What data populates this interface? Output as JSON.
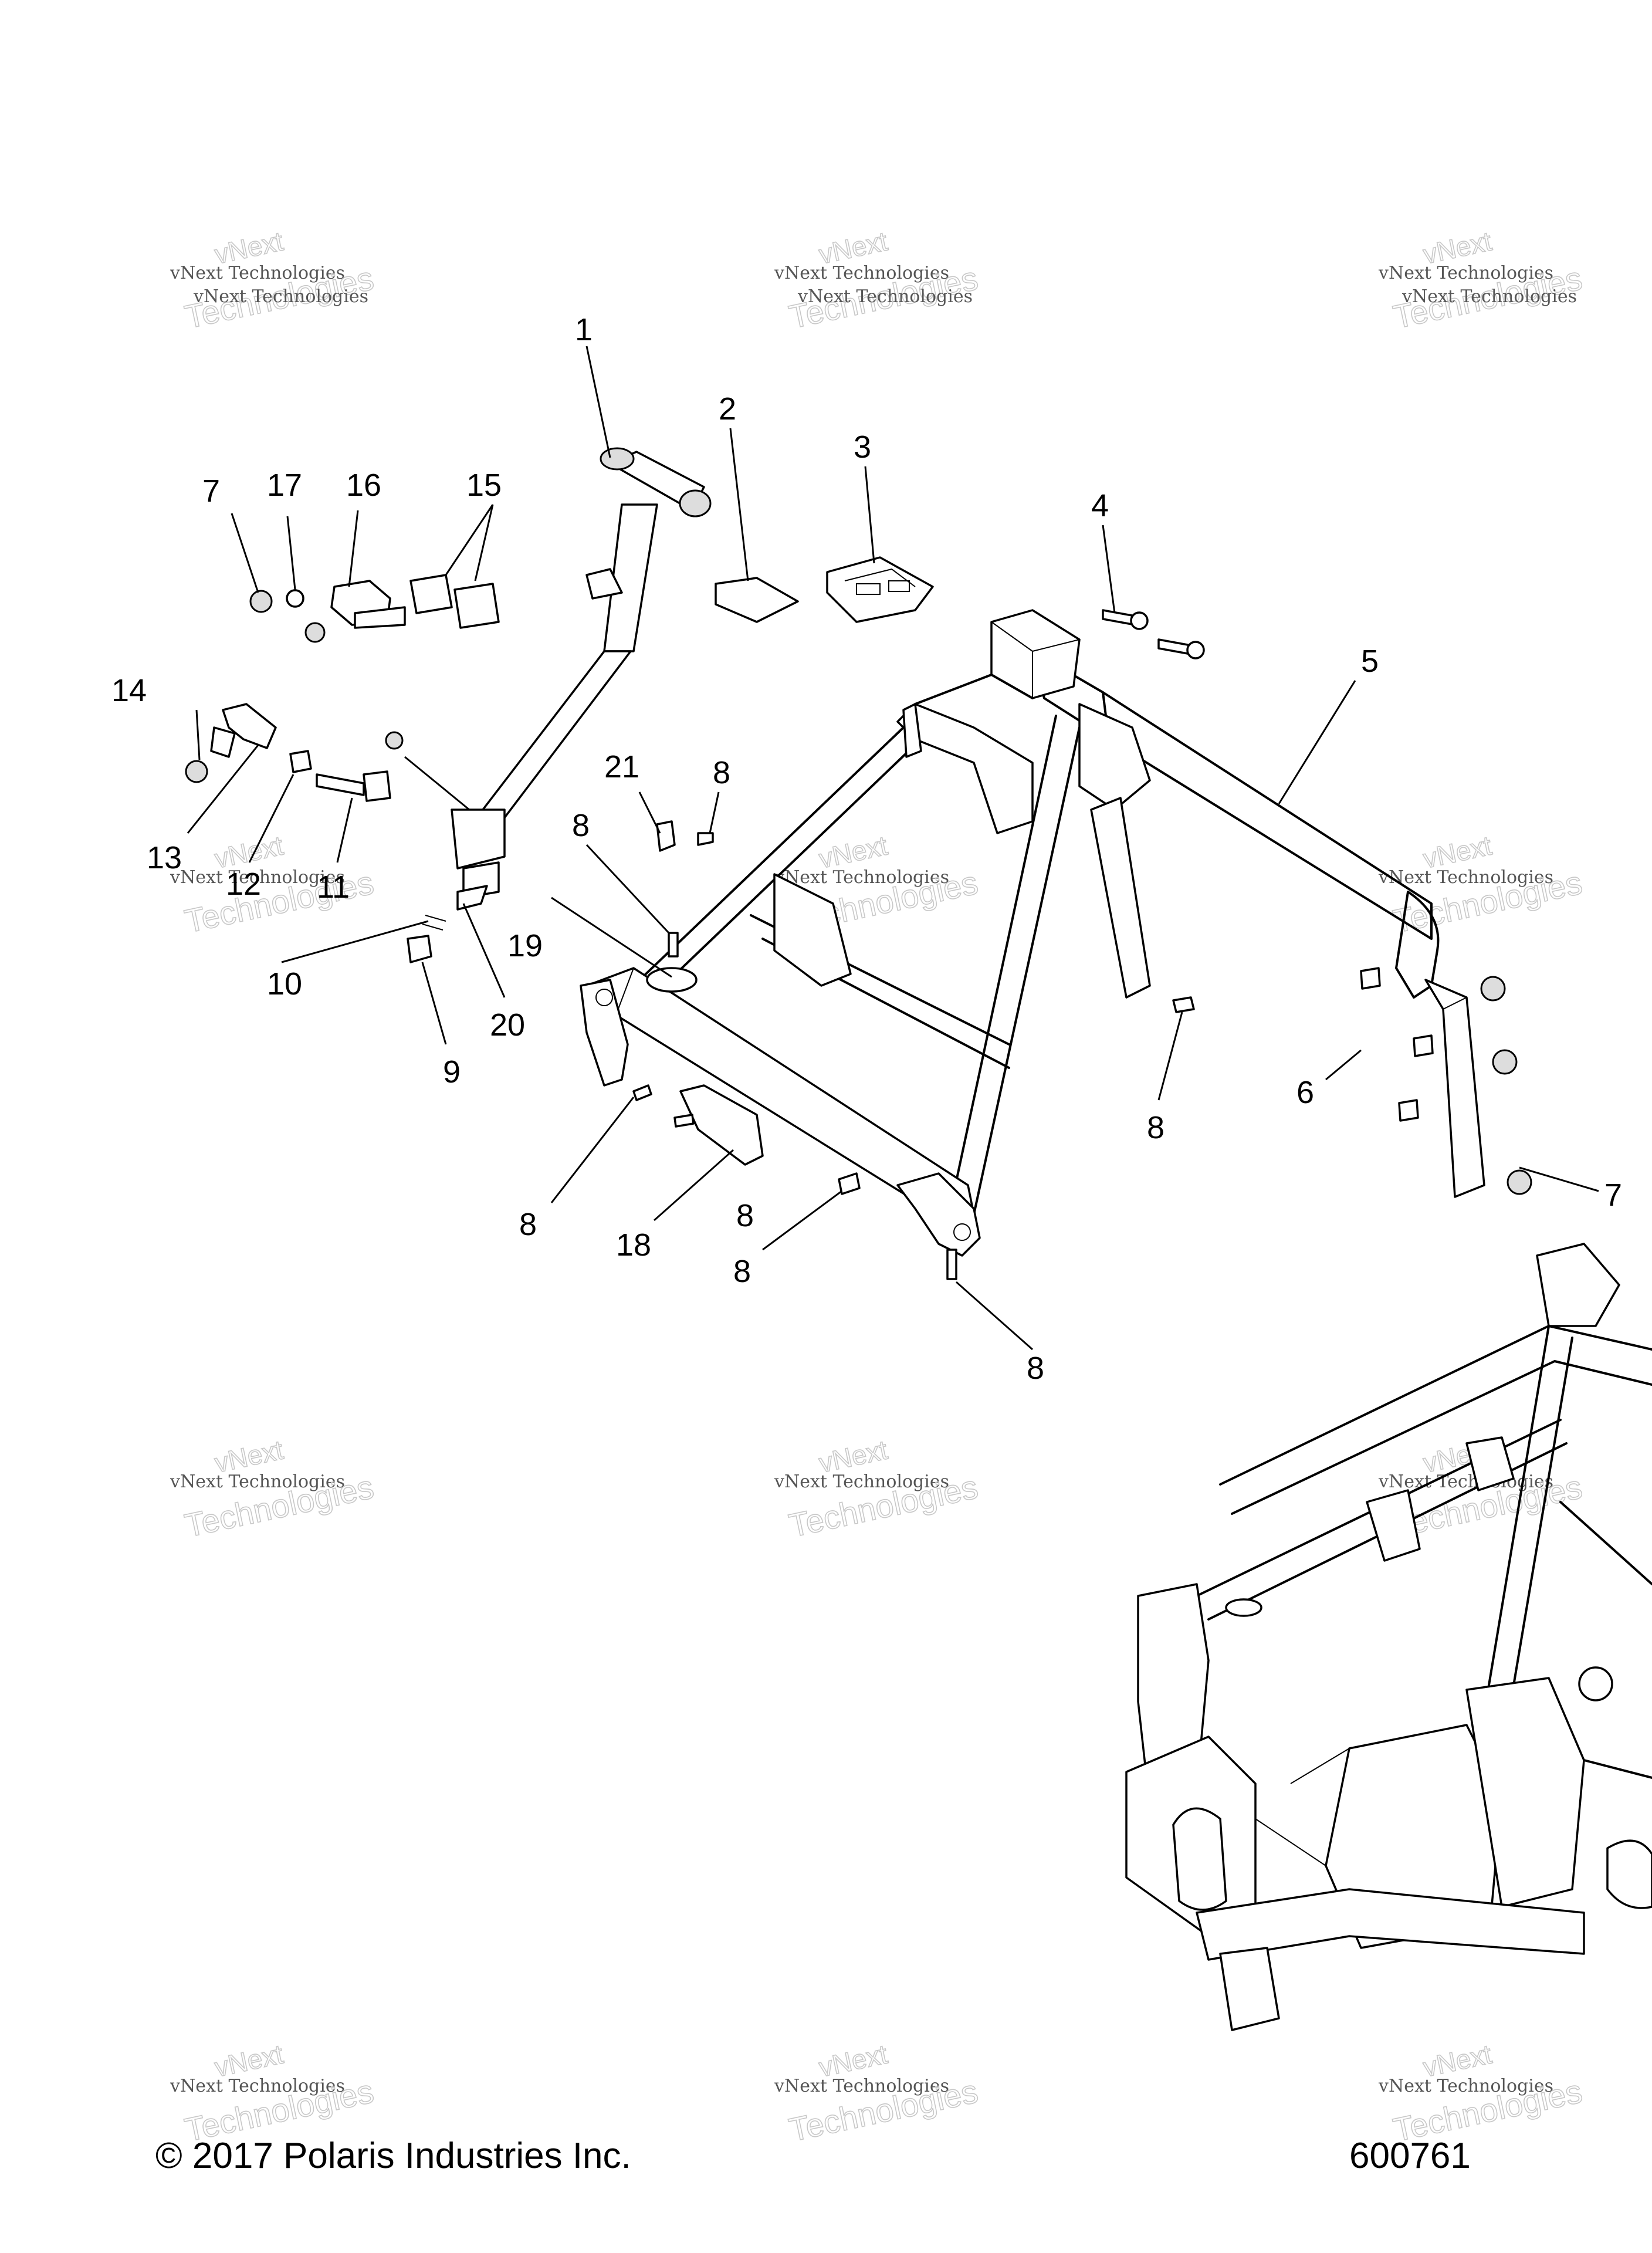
{
  "callouts": [
    {
      "label": "1"
    },
    {
      "label": "2"
    },
    {
      "label": "3"
    },
    {
      "label": "4"
    },
    {
      "label": "5"
    },
    {
      "label": "6"
    },
    {
      "label": "7"
    },
    {
      "label": "7"
    },
    {
      "label": "8"
    },
    {
      "label": "8"
    },
    {
      "label": "8"
    },
    {
      "label": "8"
    },
    {
      "label": "8"
    },
    {
      "label": "8"
    },
    {
      "label": "8"
    },
    {
      "label": "9"
    },
    {
      "label": "10"
    },
    {
      "label": "11"
    },
    {
      "label": "12"
    },
    {
      "label": "13"
    },
    {
      "label": "14"
    },
    {
      "label": "15"
    },
    {
      "label": "16"
    },
    {
      "label": "17"
    },
    {
      "label": "18"
    },
    {
      "label": "19"
    },
    {
      "label": "20"
    },
    {
      "label": "21"
    }
  ],
  "watermark": {
    "line0": "vNext",
    "line1": "vNext Technologies",
    "line2": "Technologies"
  },
  "footer": {
    "copyright": "© 2017 Polaris Industries Inc.",
    "figure_number": "600761"
  }
}
